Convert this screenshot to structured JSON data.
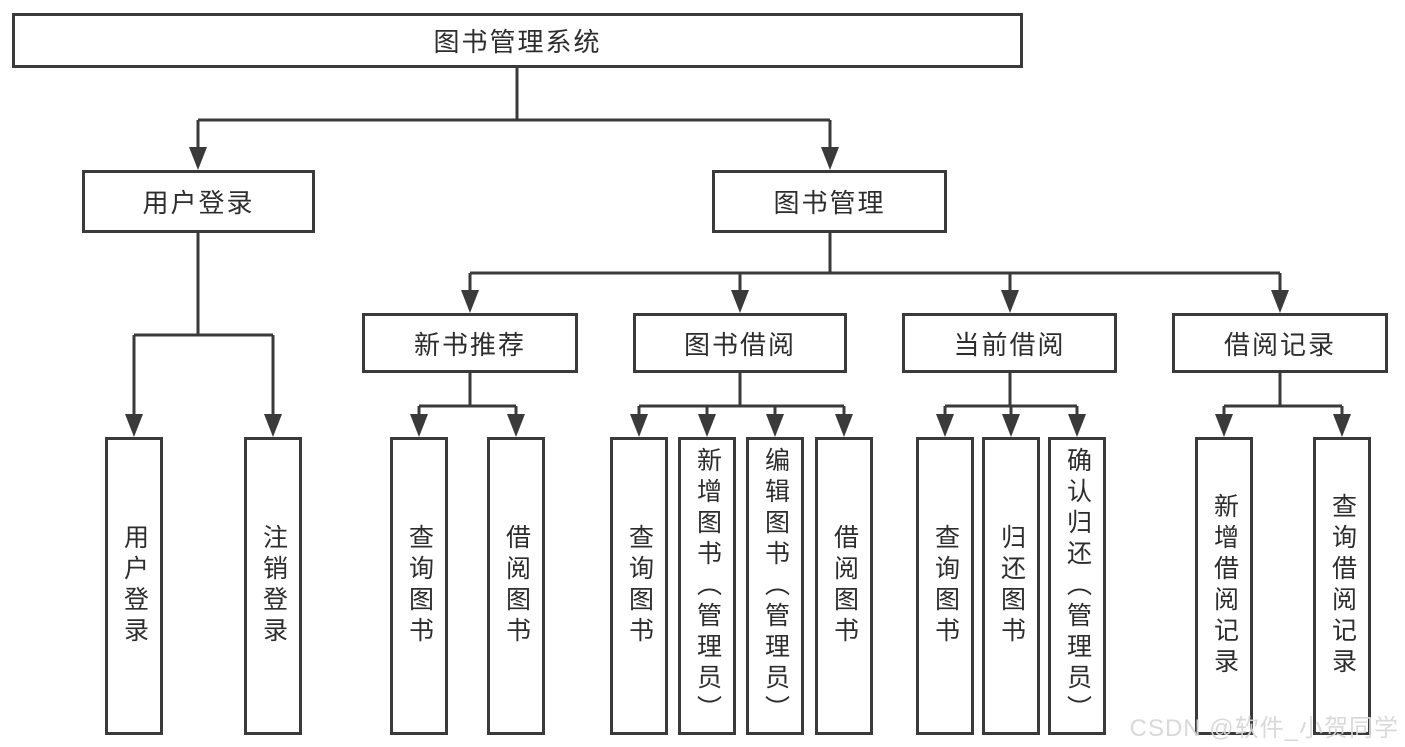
{
  "diagram_title": "图书管理系统",
  "tree": {
    "root": {
      "label": "图书管理系统"
    },
    "branches": [
      {
        "label": "用户登录",
        "leaves": [
          {
            "label": "用户登录"
          },
          {
            "label": "注销登录"
          }
        ]
      },
      {
        "label": "图书管理",
        "groups": [
          {
            "label": "新书推荐",
            "leaves": [
              {
                "label": "查询图书"
              },
              {
                "label": "借阅图书"
              }
            ]
          },
          {
            "label": "图书借阅",
            "leaves": [
              {
                "label": "查询图书"
              },
              {
                "label": "新增图书（管理员）"
              },
              {
                "label": "编辑图书（管理员）"
              },
              {
                "label": "借阅图书"
              }
            ]
          },
          {
            "label": "当前借阅",
            "leaves": [
              {
                "label": "查询图书"
              },
              {
                "label": "归还图书"
              },
              {
                "label": "确认归还（管理员）"
              }
            ]
          },
          {
            "label": "借阅记录",
            "leaves": [
              {
                "label": "新增借阅记录"
              },
              {
                "label": "查询借阅记录"
              }
            ]
          }
        ]
      }
    ]
  },
  "watermark": {
    "text": "CSDN @软件_小贺同学"
  },
  "colors": {
    "line": "#3a3a3a",
    "text": "#2d2d2d",
    "background": "#ffffff",
    "watermark": "#d7d7d7"
  }
}
